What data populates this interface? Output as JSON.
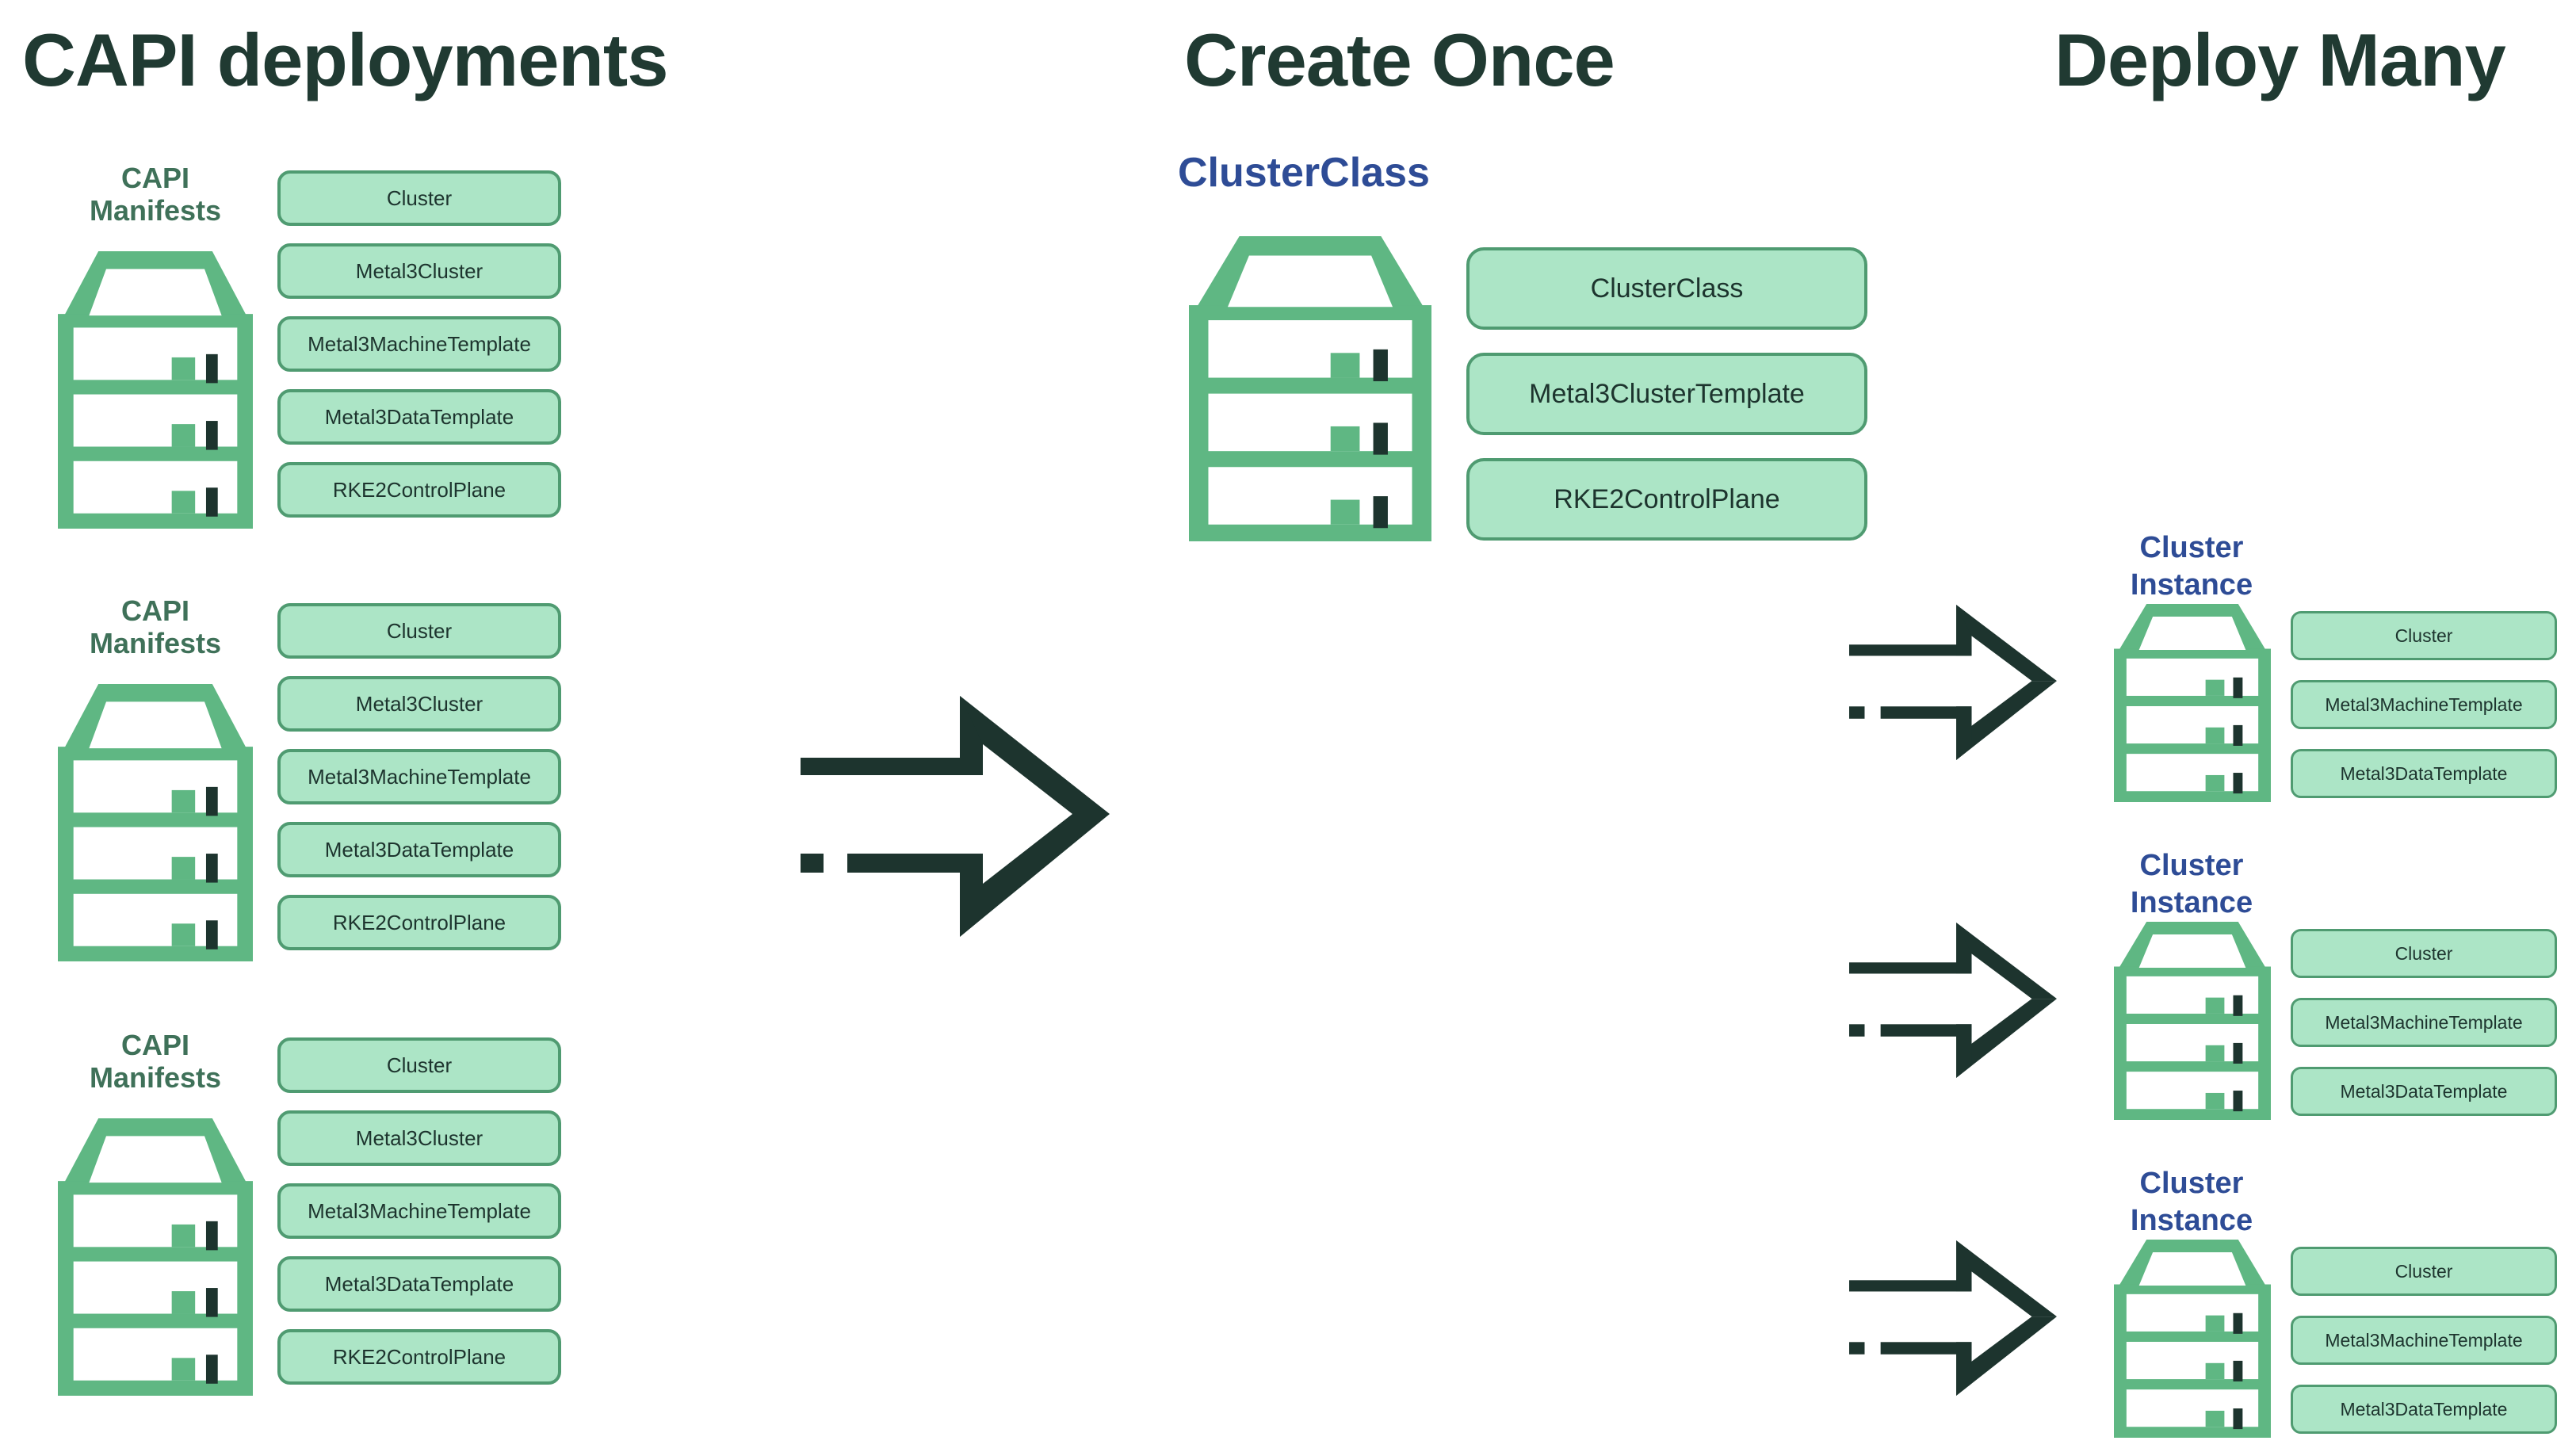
{
  "titles": {
    "left": "CAPI deployments",
    "middle": "Create Once",
    "right": "Deploy Many"
  },
  "left_groups": [
    {
      "label_line1": "CAPI",
      "label_line2": "Manifests",
      "boxes": [
        "Cluster",
        "Metal3Cluster",
        "Metal3MachineTemplate",
        "Metal3DataTemplate",
        "RKE2ControlPlane"
      ]
    },
    {
      "label_line1": "CAPI",
      "label_line2": "Manifests",
      "boxes": [
        "Cluster",
        "Metal3Cluster",
        "Metal3MachineTemplate",
        "Metal3DataTemplate",
        "RKE2ControlPlane"
      ]
    },
    {
      "label_line1": "CAPI",
      "label_line2": "Manifests",
      "boxes": [
        "Cluster",
        "Metal3Cluster",
        "Metal3MachineTemplate",
        "Metal3DataTemplate",
        "RKE2ControlPlane"
      ]
    }
  ],
  "middle": {
    "heading": "ClusterClass",
    "boxes": [
      "ClusterClass",
      "Metal3ClusterTemplate",
      "RKE2ControlPlane"
    ]
  },
  "right_groups": [
    {
      "label_line1": "Cluster",
      "label_line2": "Instance",
      "boxes": [
        "Cluster",
        "Metal3MachineTemplate",
        "Metal3DataTemplate"
      ]
    },
    {
      "label_line1": "Cluster",
      "label_line2": "Instance",
      "boxes": [
        "Cluster",
        "Metal3MachineTemplate",
        "Metal3DataTemplate"
      ]
    },
    {
      "label_line1": "Cluster",
      "label_line2": "Instance",
      "boxes": [
        "Cluster",
        "Metal3MachineTemplate",
        "Metal3DataTemplate"
      ]
    }
  ],
  "icons": {
    "server": "server-rack-icon",
    "arrow": "dashed-arrow-right-icon"
  },
  "colors": {
    "accent_green": "#5fb783",
    "box_fill": "#ace5c6",
    "box_border": "#4f9b71",
    "ink_dark": "#1d342e",
    "label_green": "#3f7159",
    "label_blue": "#2e4c96",
    "title": "#203a32"
  }
}
